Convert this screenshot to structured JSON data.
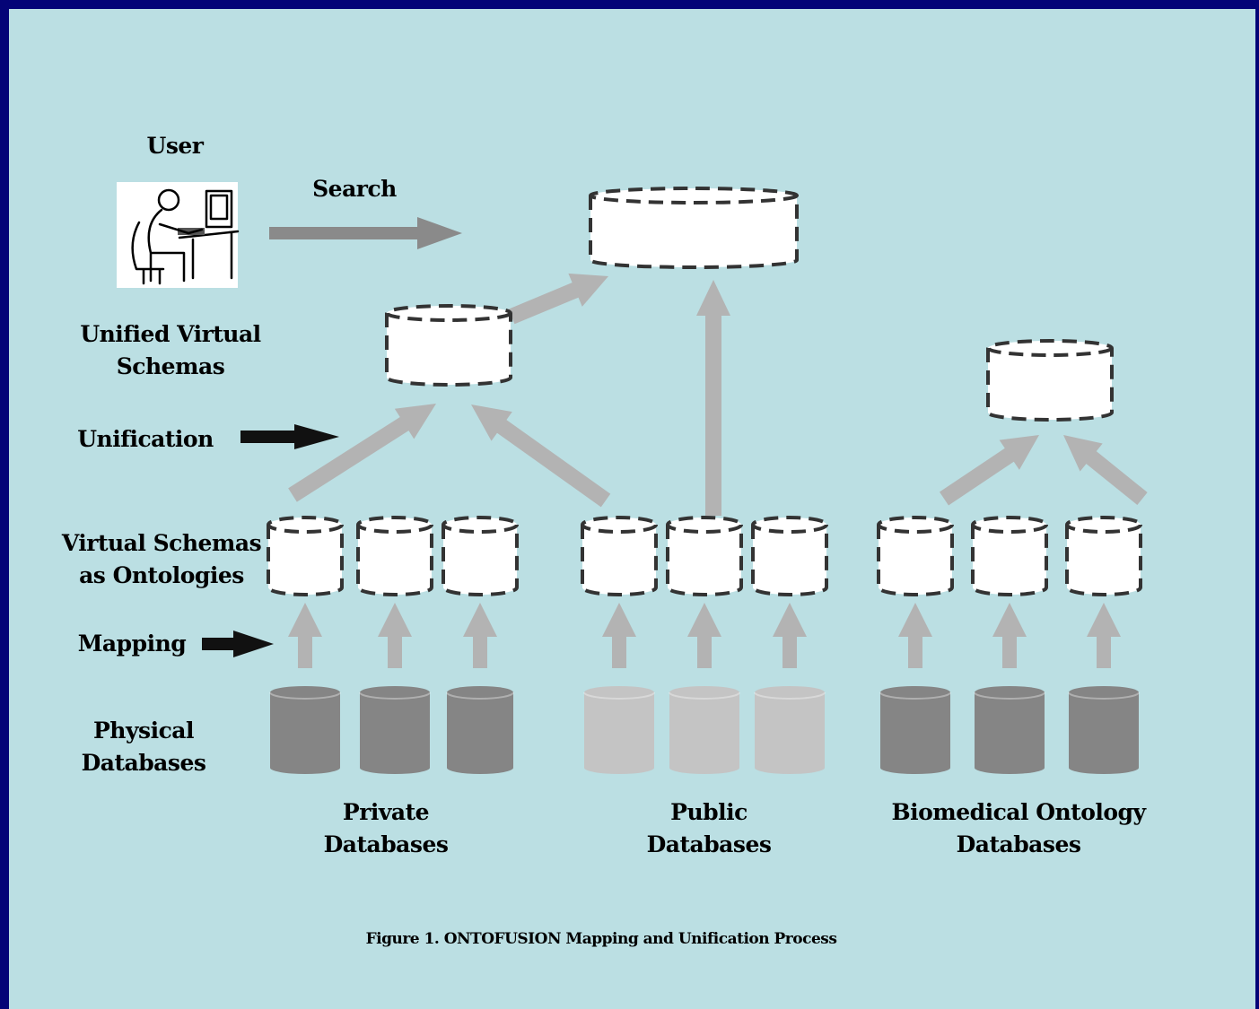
{
  "labels": {
    "user": "User",
    "search": "Search",
    "unified_virtual_schemas": [
      "Unified Virtual",
      "Schemas"
    ],
    "unification": "Unification",
    "virtual_schemas": [
      "Virtual Schemas",
      "as Ontologies"
    ],
    "mapping": "Mapping",
    "physical_databases": [
      "Physical",
      "Databases"
    ]
  },
  "groups": {
    "private": [
      "Private",
      "Databases"
    ],
    "public": [
      "Public",
      "Databases"
    ],
    "biomedical": [
      "Biomedical Ontology",
      "Databases"
    ]
  },
  "caption": "Figure 1. ONTOFUSION Mapping and Unification Process",
  "colors": {
    "frame": "#040477",
    "background": "#bbdfe3",
    "arrow_light": "#b3b3b3",
    "arrow_search": "#8a8a8a",
    "db_dark": "#858585",
    "db_light": "#c4c4c4",
    "schema_fill": "#ffffff",
    "schema_border": "#333333"
  }
}
